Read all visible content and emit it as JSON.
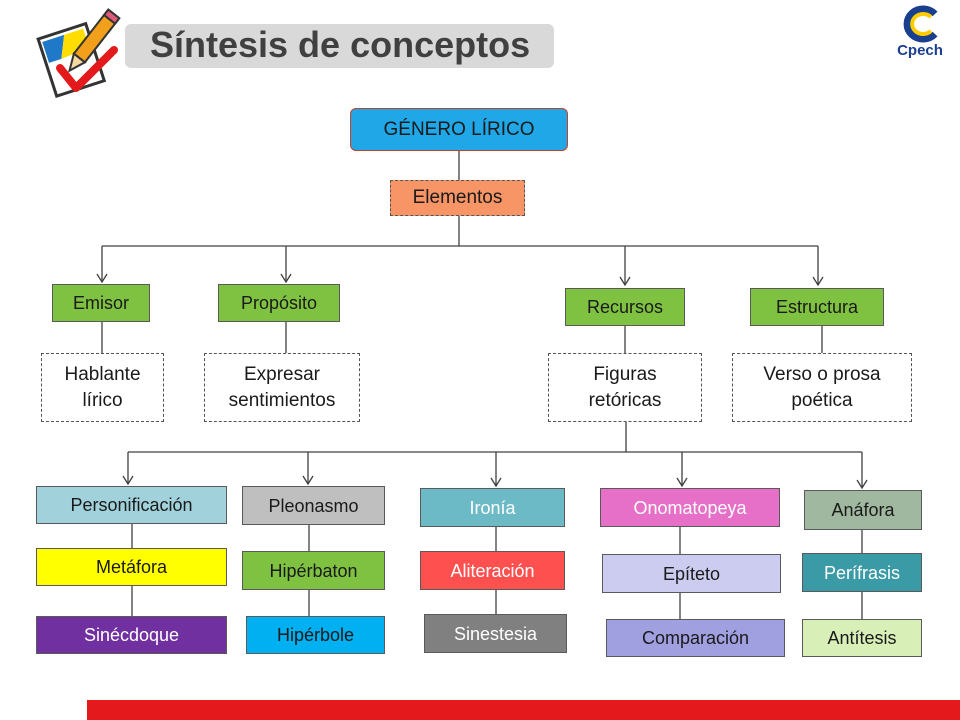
{
  "header": {
    "title": "Síntesis de conceptos",
    "logo_text": "Cpech",
    "icon": "pencil-checklist-icon"
  },
  "diagram": {
    "root": "GÉNERO LÍRICO",
    "elements_label": "Elementos",
    "elements": [
      {
        "label": "Emisor",
        "detail": "Hablante lírico"
      },
      {
        "label": "Propósito",
        "detail": "Expresar sentimientos"
      },
      {
        "label": "Recursos",
        "detail": "Figuras retóricas"
      },
      {
        "label": "Estructura",
        "detail": "Verso o prosa poética"
      }
    ],
    "figures": [
      [
        "Personificación",
        "Metáfora",
        "Sinécdoque"
      ],
      [
        "Pleonasmo",
        "Hipérbaton",
        "Hipérbole"
      ],
      [
        "Ironía",
        "Aliteración",
        "Sinestesia"
      ],
      [
        "Onomatopeya",
        "Epíteto",
        "Comparación"
      ],
      [
        "Anáfora",
        "Perífrasis",
        "Antítesis"
      ]
    ]
  },
  "colors": {
    "root": "#1fa7e8",
    "elements_label": "#f79566",
    "element": "#7fc241",
    "accent_red": "#e3191b",
    "figure_rows": [
      [
        "#a1d2dc",
        "#ffff00",
        "#7030a0"
      ],
      [
        "#bfbfbf",
        "#7fc241",
        "#00b0f0"
      ],
      [
        "#6dbac7",
        "#ff5050",
        "#808080"
      ],
      [
        "#e670c8",
        "#ccccf0",
        "#a09fe0"
      ],
      [
        "#a1b8a0",
        "#3a9aa6",
        "#d8f0b8"
      ]
    ]
  }
}
